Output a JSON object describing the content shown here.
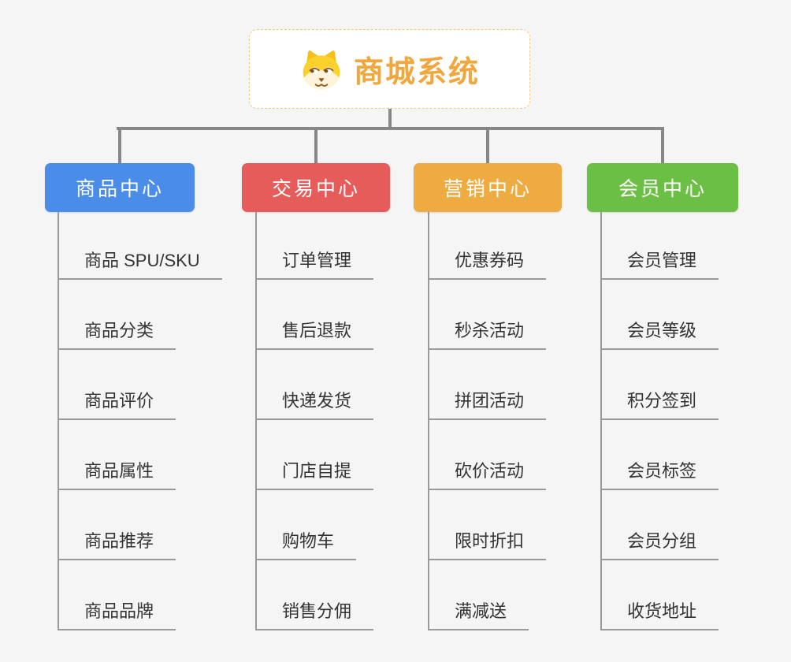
{
  "root": {
    "title": "商城系统",
    "icon": "dog-face-icon",
    "accent_color": "#f0a73e",
    "border_color": "#f0c57d"
  },
  "branches": [
    {
      "label": "商品中心",
      "color": "#4a8de9",
      "items": [
        "商品 SPU/SKU",
        "商品分类",
        "商品评价",
        "商品属性",
        "商品推荐",
        "商品品牌"
      ]
    },
    {
      "label": "交易中心",
      "color": "#e65c5b",
      "items": [
        "订单管理",
        "售后退款",
        "快递发货",
        "门店自提",
        "购物车",
        "销售分佣"
      ]
    },
    {
      "label": "营销中心",
      "color": "#edab42",
      "items": [
        "优惠券码",
        "秒杀活动",
        "拼团活动",
        "砍价活动",
        "限时折扣",
        "满减送"
      ]
    },
    {
      "label": "会员中心",
      "color": "#6cbf45",
      "items": [
        "会员管理",
        "会员等级",
        "积分签到",
        "会员标签",
        "会员分组",
        "收货地址"
      ]
    }
  ],
  "colors": {
    "background": "#f5f5f6",
    "connector": "#878787",
    "leaf_line": "#9a9a9a",
    "leaf_text": "#333333"
  }
}
